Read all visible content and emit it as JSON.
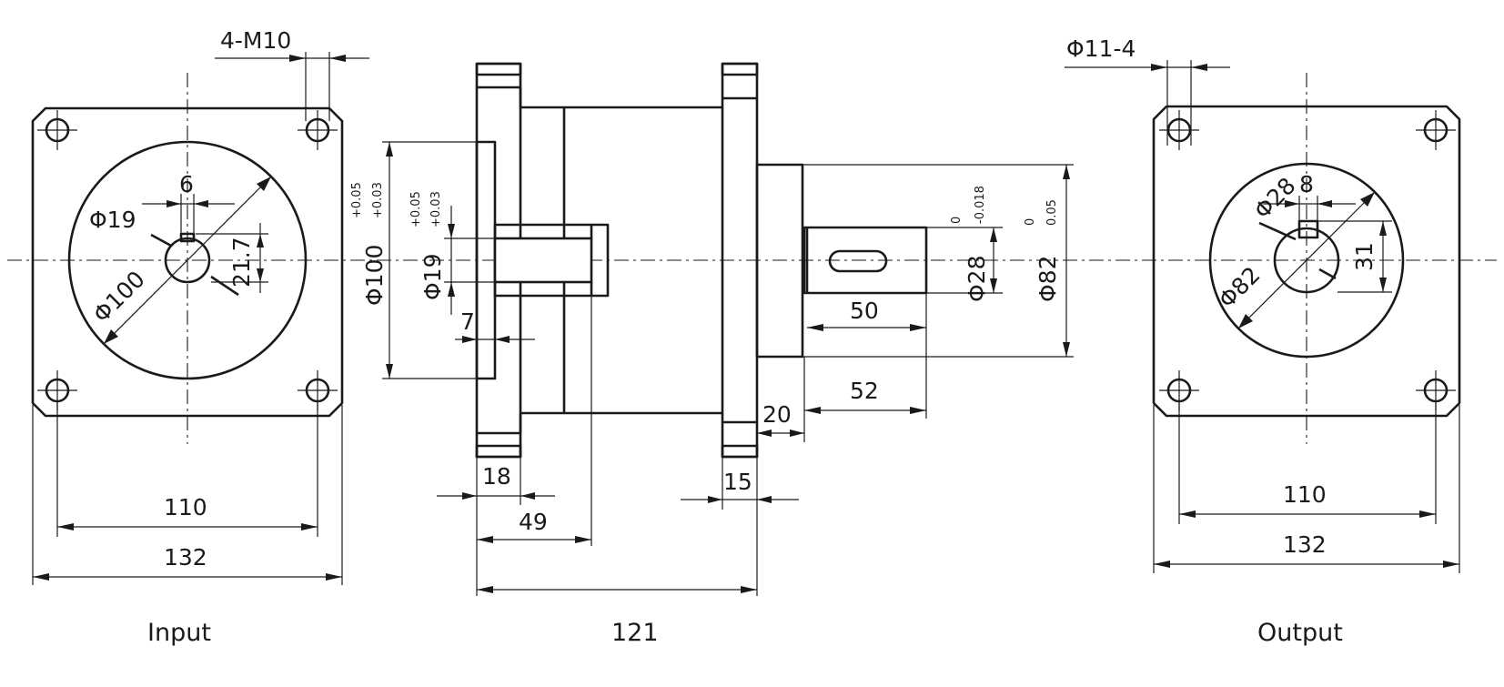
{
  "captions": {
    "input": "Input",
    "overall_length": "121",
    "output": "Output"
  },
  "input_view": {
    "holes_callout": "4-M10",
    "shaft_bore": "Φ19",
    "key_width": "6",
    "key_depth": "21.7",
    "pilot_diameter": "Φ100",
    "bolt_spacing": "110",
    "flange_width": "132"
  },
  "side_view": {
    "pilot_diameter": "Φ100",
    "pilot_tolerance_upper": "+0.05",
    "pilot_tolerance_lower": "+0.03",
    "bore_diameter": "Φ19",
    "bore_tolerance_upper": "+0.05",
    "bore_tolerance_lower": "+0.03",
    "pilot_depth": "7",
    "input_flange_thickness": "18",
    "bore_depth": "49",
    "output_flange_thickness": "15",
    "output_pilot_length": "20",
    "shaft_length": "52",
    "key_length": "50",
    "shaft_diameter": "Φ28",
    "shaft_tolerance_upper": "0",
    "shaft_tolerance_lower": "-0.018",
    "output_pilot_diameter": "Φ82",
    "output_pilot_tolerance_upper": "0",
    "output_pilot_tolerance_lower": "0.05"
  },
  "output_view": {
    "holes_callout": "Φ11-4",
    "key_width": "8",
    "shaft_diameter": "Φ28",
    "key_height": "31",
    "pilot_diameter": "Φ82",
    "bolt_spacing": "110",
    "flange_width": "132"
  }
}
